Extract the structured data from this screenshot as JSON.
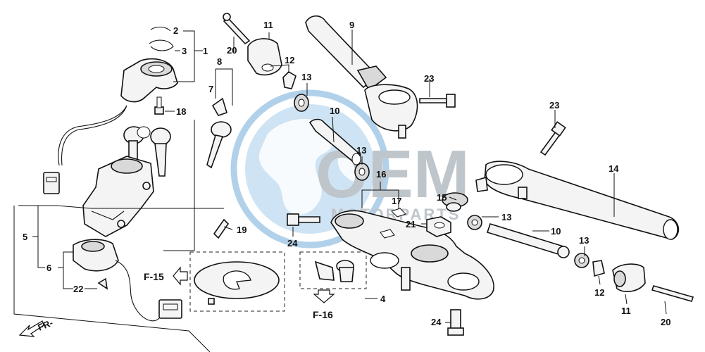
{
  "watermark": {
    "brand": "OEM",
    "sub": "MOTORPARTS"
  },
  "callouts": [
    {
      "id": "c1",
      "text": "1"
    },
    {
      "id": "c2",
      "text": "2"
    },
    {
      "id": "c3",
      "text": "3"
    },
    {
      "id": "c4",
      "text": "4"
    },
    {
      "id": "c5",
      "text": "5"
    },
    {
      "id": "c6",
      "text": "6"
    },
    {
      "id": "c7",
      "text": "7"
    },
    {
      "id": "c8",
      "text": "8"
    },
    {
      "id": "c9",
      "text": "9"
    },
    {
      "id": "c10a",
      "text": "10"
    },
    {
      "id": "c10b",
      "text": "10"
    },
    {
      "id": "c11a",
      "text": "11"
    },
    {
      "id": "c11b",
      "text": "11"
    },
    {
      "id": "c12a",
      "text": "12"
    },
    {
      "id": "c12b",
      "text": "12"
    },
    {
      "id": "c13a",
      "text": "13"
    },
    {
      "id": "c13b",
      "text": "13"
    },
    {
      "id": "c13c",
      "text": "13"
    },
    {
      "id": "c13d",
      "text": "13"
    },
    {
      "id": "c14",
      "text": "14"
    },
    {
      "id": "c15",
      "text": "15"
    },
    {
      "id": "c16",
      "text": "16"
    },
    {
      "id": "c17",
      "text": "17"
    },
    {
      "id": "c18",
      "text": "18"
    },
    {
      "id": "c19",
      "text": "19"
    },
    {
      "id": "c20a",
      "text": "20"
    },
    {
      "id": "c20b",
      "text": "20"
    },
    {
      "id": "c21",
      "text": "21"
    },
    {
      "id": "c22",
      "text": "22"
    },
    {
      "id": "c23a",
      "text": "23"
    },
    {
      "id": "c23b",
      "text": "23"
    },
    {
      "id": "c24a",
      "text": "24"
    },
    {
      "id": "c24b",
      "text": "24"
    }
  ],
  "references": {
    "f15": "F-15",
    "f16": "F-16",
    "front": "FR-"
  }
}
